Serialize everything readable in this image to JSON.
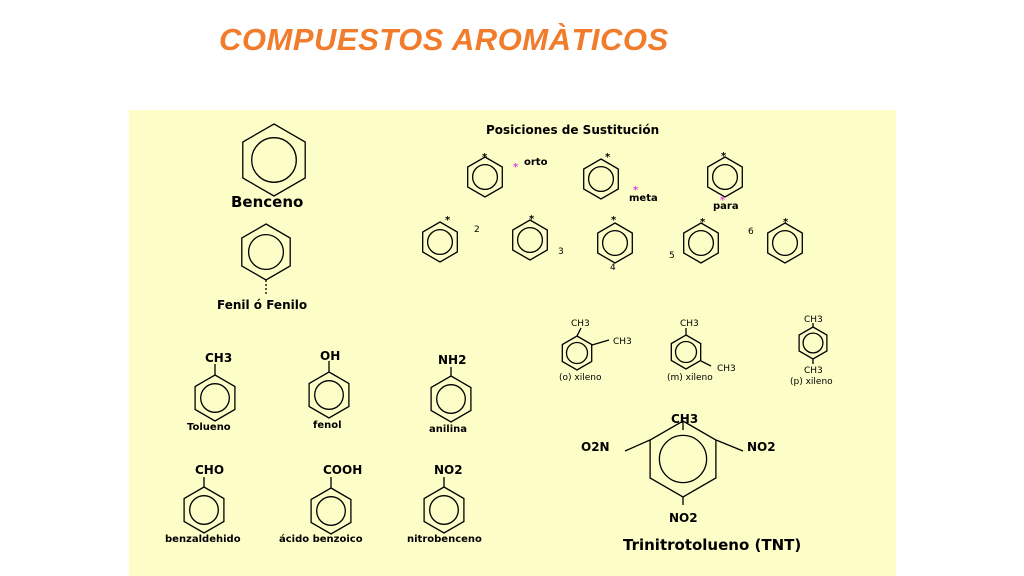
{
  "title": "COMPUESTOS AROMÀTICOS",
  "colors": {
    "title": "#f07c2c",
    "panel": "#fdfdc8",
    "marker": "#e040e0"
  },
  "diagram": {
    "heading": "Posiciones de Sustitución",
    "benceno": "Benceno",
    "fenilo": "Fenil ó Fenilo",
    "orto": "orto",
    "meta": "meta",
    "para": "para",
    "star": "*",
    "n2": "2",
    "n3": "3",
    "n4": "4",
    "n5": "5",
    "n6": "6",
    "ch3": "CH3",
    "oh": "OH",
    "nh2": "NH2",
    "cho": "CHO",
    "cooh": "COOH",
    "no2": "NO2",
    "o2n": "O2N",
    "tolueno": "Tolueno",
    "fenol": "fenol",
    "anilina": "anilina",
    "benzaldehido": "benzaldehido",
    "acido": "ácido benzoico",
    "nitrobenceno": "nitrobenceno",
    "oxileno": "(o) xileno",
    "mxileno": "(m) xileno",
    "pxileno": "(p) xileno",
    "tnt": "Trinitrotolueno (TNT)"
  }
}
